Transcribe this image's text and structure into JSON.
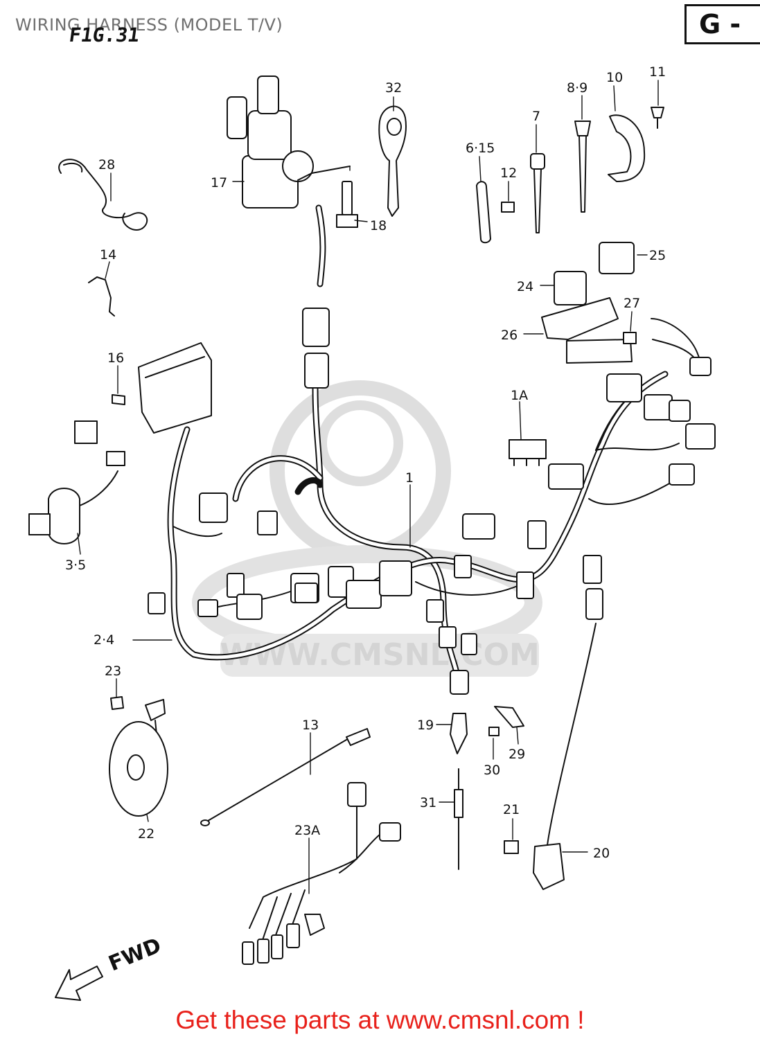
{
  "title": "WIRING HARNESS (MODEL T/V)",
  "figure_label": "F1G.31",
  "section_marker": "G -",
  "footer": "Get these parts at www.cmsnl.com !",
  "watermark": "WWW.CMSNL.COM",
  "direction_label": "FWD",
  "parts": [
    {
      "id": "p1",
      "label": "1"
    },
    {
      "id": "p1a",
      "label": "1A"
    },
    {
      "id": "p2-4",
      "label": "2·4"
    },
    {
      "id": "p3-5",
      "label": "3·5"
    },
    {
      "id": "p6-15",
      "label": "6·15"
    },
    {
      "id": "p7",
      "label": "7"
    },
    {
      "id": "p8-9",
      "label": "8·9"
    },
    {
      "id": "p10",
      "label": "10"
    },
    {
      "id": "p11",
      "label": "11"
    },
    {
      "id": "p12",
      "label": "12"
    },
    {
      "id": "p13",
      "label": "13"
    },
    {
      "id": "p14",
      "label": "14"
    },
    {
      "id": "p16",
      "label": "16"
    },
    {
      "id": "p17",
      "label": "17"
    },
    {
      "id": "p18",
      "label": "18"
    },
    {
      "id": "p19",
      "label": "19"
    },
    {
      "id": "p20",
      "label": "20"
    },
    {
      "id": "p21",
      "label": "21"
    },
    {
      "id": "p22",
      "label": "22"
    },
    {
      "id": "p23",
      "label": "23"
    },
    {
      "id": "p23a",
      "label": "23A"
    },
    {
      "id": "p24",
      "label": "24"
    },
    {
      "id": "p25",
      "label": "25"
    },
    {
      "id": "p26",
      "label": "26"
    },
    {
      "id": "p27",
      "label": "27"
    },
    {
      "id": "p28",
      "label": "28"
    },
    {
      "id": "p29",
      "label": "29"
    },
    {
      "id": "p30",
      "label": "30"
    },
    {
      "id": "p31",
      "label": "31"
    },
    {
      "id": "p32",
      "label": "32"
    }
  ]
}
